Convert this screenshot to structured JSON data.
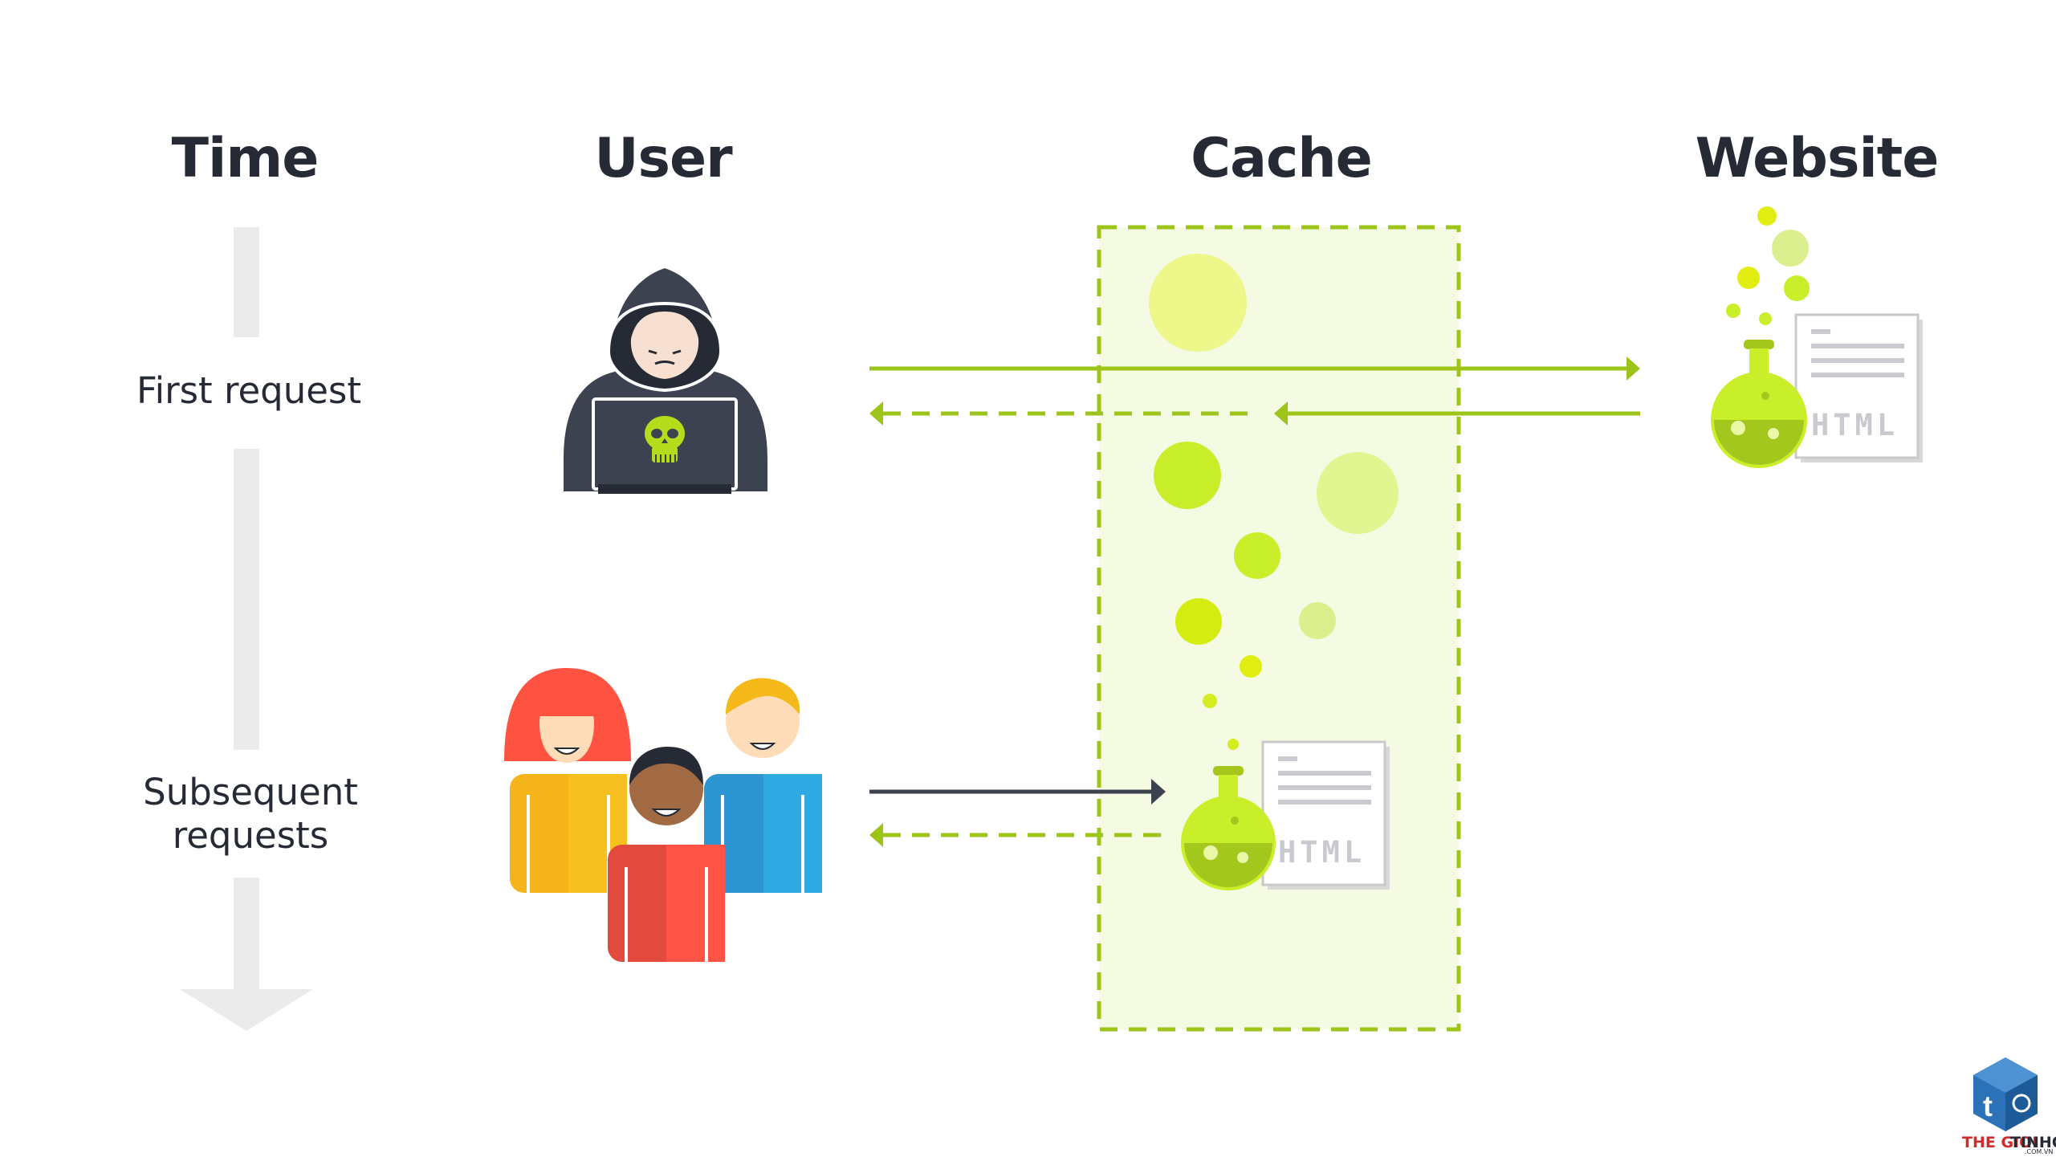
{
  "columns": {
    "time": "Time",
    "user": "User",
    "cache": "Cache",
    "website": "Website"
  },
  "rows": {
    "first_request": "First request",
    "subsequent_line1": "Subsequent",
    "subsequent_line2": "requests"
  },
  "documents": {
    "website_doc_label": "HTML",
    "cache_doc_label": "HTML"
  },
  "logo": {
    "name_part1": "THE GIOI",
    "name_part2": "TINHOC",
    "subtext": ".COM.VN",
    "glyph": "t"
  },
  "icons": {
    "attacker": "hooded-hacker-icon",
    "users": "user-group-icon",
    "flask": "flask-icon",
    "document": "html-document-icon",
    "skull": "skull-icon"
  },
  "colors": {
    "accent": "#9dc41a",
    "cache_fill": "#f5fbe2",
    "dark": "#3d4250",
    "timeline": "#ebebeb",
    "text": "#262a35"
  }
}
